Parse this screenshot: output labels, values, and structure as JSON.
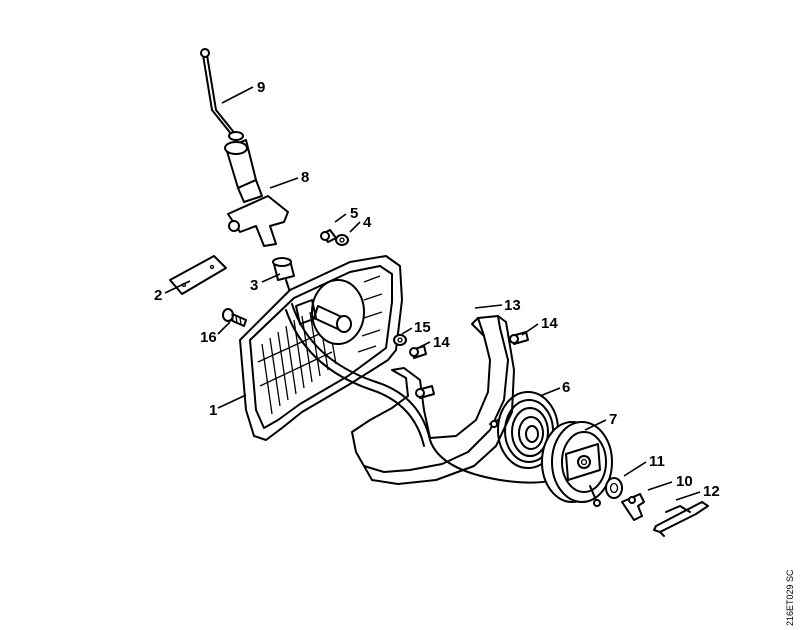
{
  "callouts": {
    "c1": "1",
    "c2": "2",
    "c3": "3",
    "c4": "4",
    "c5": "5",
    "c6": "6",
    "c7": "7",
    "c8": "8",
    "c9": "9",
    "c10": "10",
    "c11": "11",
    "c12": "12",
    "c13": "13",
    "c14a": "14",
    "c14b": "14",
    "c15": "15",
    "c16": "16"
  },
  "drawing_code": "216ET029 SC",
  "colors": {
    "ink": "#000000",
    "paper": "#ffffff"
  }
}
